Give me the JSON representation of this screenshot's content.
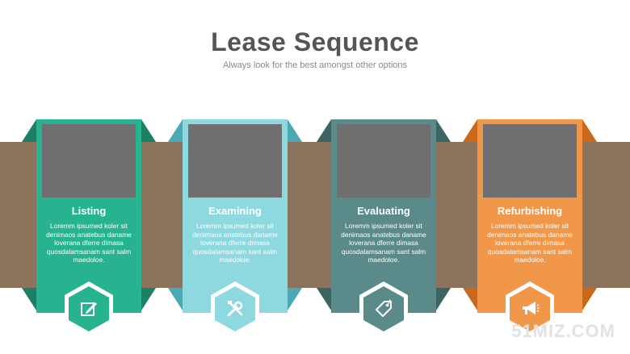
{
  "header": {
    "title": "Lease Sequence",
    "subtitle": "Always look for the best amongst other options"
  },
  "steps": [
    {
      "title": "Listing",
      "text": "Loremm ipsumed koler sit denimaos anatebus daname loverana dferre dimasa quosdalamsanam sant salm maedoloe.",
      "color": "#27b38f",
      "dark": "#1c7f66",
      "icon": "edit-icon"
    },
    {
      "title": "Examining",
      "text": "Loremm ipsumed koler sit denimaos anatebus daname loverana dferre dimasa quosdalamsanam sant salm maedoloe.",
      "color": "#8ed9df",
      "dark": "#4aa9b3",
      "icon": "tools-icon"
    },
    {
      "title": "Evaluating",
      "text": "Loremm ipsumed koler sit denimaos anatebus daname loverana dferre dimasa quosdalamsanam sant salm maedoloe.",
      "color": "#5a8b8a",
      "dark": "#3b6463",
      "icon": "tag-icon"
    },
    {
      "title": "Refurbishing",
      "text": "Loremm ipsumed koler sit denimaos anatebus daname loverana dferre dimasa quosdalamsanam sant salm maedoloe.",
      "color": "#f0974a",
      "dark": "#c9681b",
      "icon": "megaphone-icon"
    }
  ],
  "watermark": "51MIZ.COM"
}
